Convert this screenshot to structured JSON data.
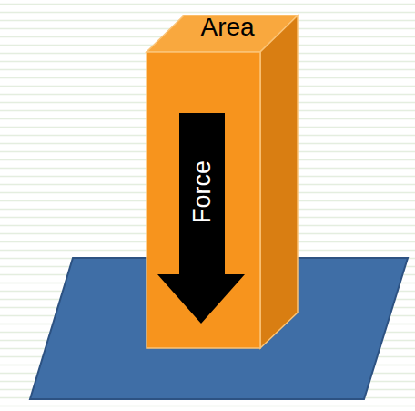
{
  "diagram": {
    "nodes": [
      {
        "text": [
          "Area"
        ]
      },
      {
        "text": [
          "Force"
        ],
        "in": 0
      }
    ]
  }
}
